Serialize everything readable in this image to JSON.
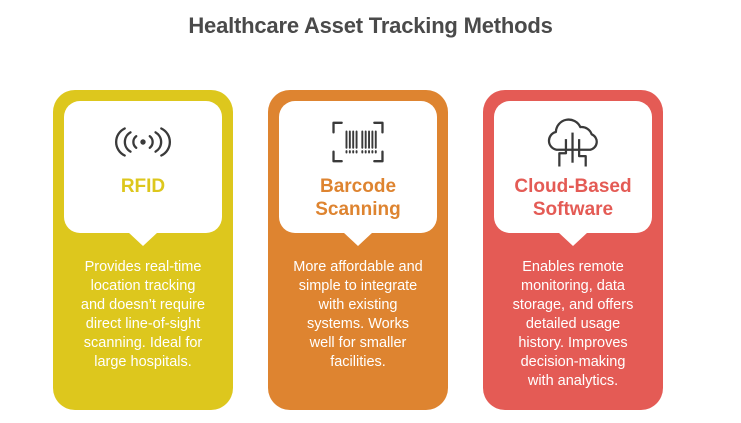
{
  "title": "Healthcare Asset Tracking Methods",
  "theme": {
    "background": "#ffffff",
    "heading_color": "#4a4a4a",
    "icon_stroke": "#3a3a3a",
    "bubble_color": "#ffffff",
    "card_text_color": "#ffffff"
  },
  "cards": [
    {
      "title": "RFID",
      "icon": "rfid-signal-icon",
      "accent": "#ddc71d",
      "description": "Provides real-time location tracking and doesn’t require direct line-of-sight scanning. Ideal for large hospitals."
    },
    {
      "title": "Barcode Scanning",
      "icon": "barcode-scan-icon",
      "accent": "#de8430",
      "description": "More affordable and simple to integrate with existing systems. Works well for smaller facilities."
    },
    {
      "title": "Cloud-Based Software",
      "icon": "cloud-data-icon",
      "accent": "#e45b55",
      "description": "Enables remote monitoring, data storage, and offers detailed usage history. Improves decision-making with analytics."
    }
  ]
}
